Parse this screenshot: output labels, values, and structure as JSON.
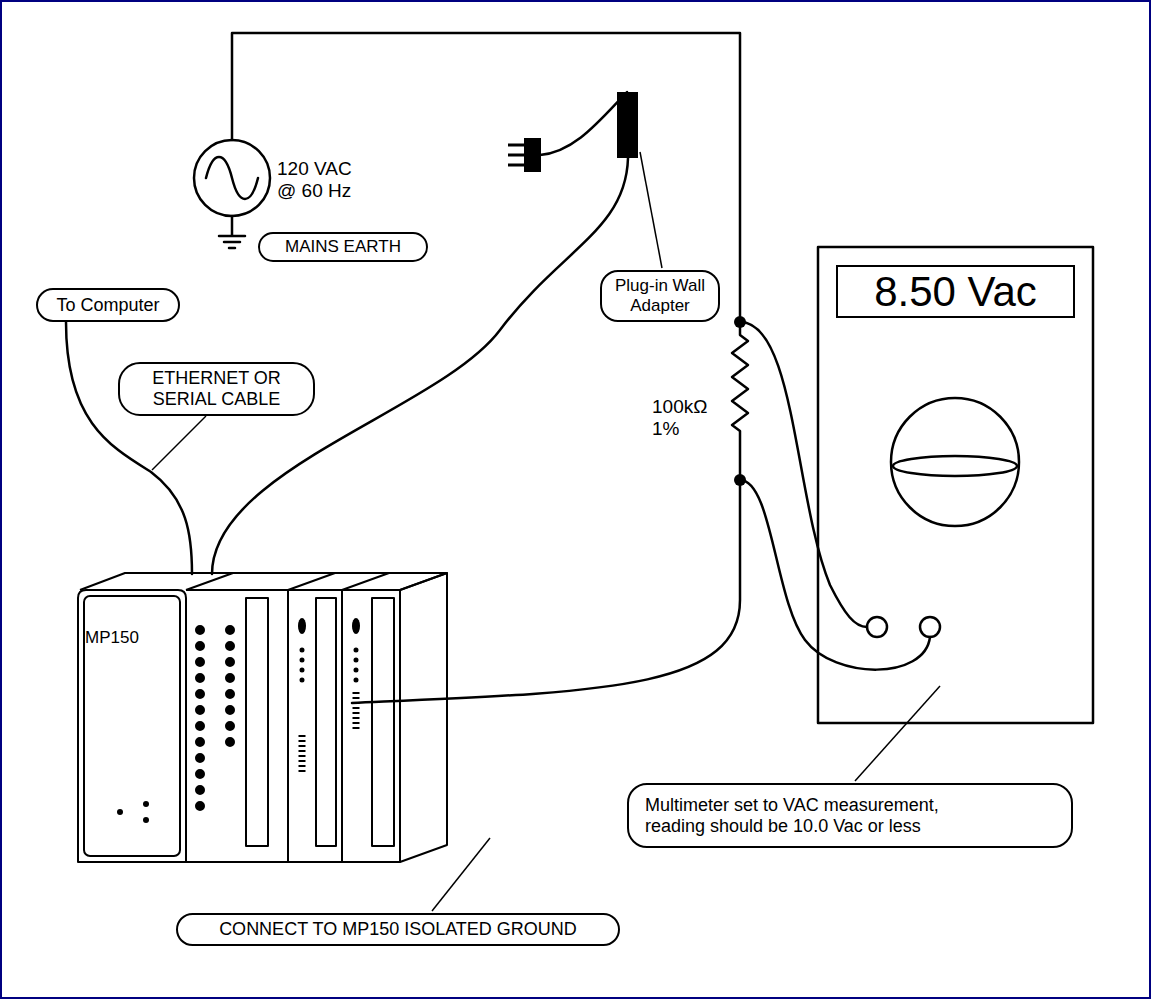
{
  "diagram": {
    "nodes": [
      {
        "text": [
          "MAINS EARTH"
        ]
      },
      {
        "text": [
          "8.50 Vac"
        ]
      },
      {
        "text": [
          "Plug-in Wall Adapter"
        ]
      },
      {
        "text": [
          "To Computer"
        ]
      },
      {
        "text": [
          "ETHERNET OR SERIAL CABLE"
        ]
      },
      {
        "text": [
          "MP150"
        ]
      },
      {
        "text": [
          "Multimeter set to VAC measurement, reading should be 10.0 Vac or less"
        ]
      },
      {
        "text": [
          "CONNECT TO MP150 ISOLATED GROUND"
        ]
      }
    ],
    "edges": [
      {
        "from": 3,
        "to": 5,
        "arrow": "none"
      }
    ],
    "labels": [
      "120 VAC @ 60 Hz",
      "100kΩ 1%"
    ]
  }
}
